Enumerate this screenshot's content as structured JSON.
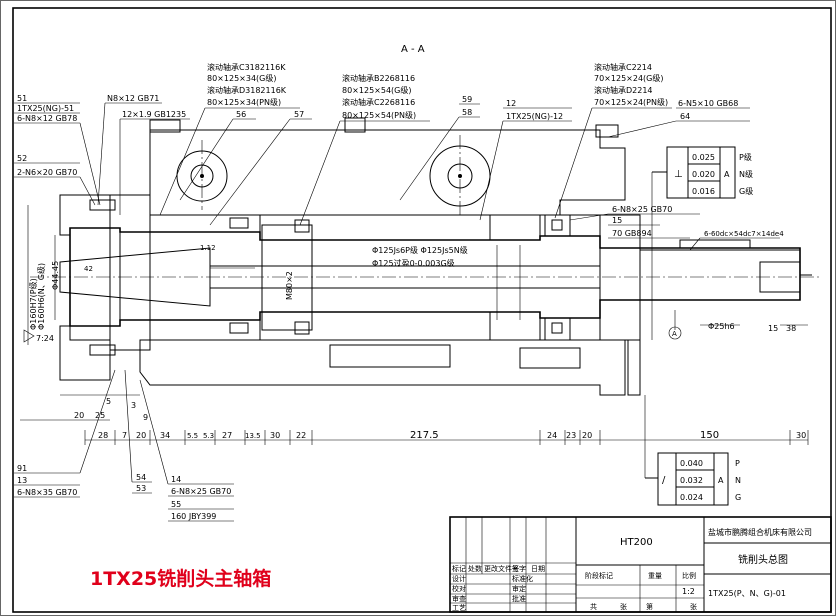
{
  "section_label": "A - A",
  "bearing_groups": {
    "left": [
      "滚动轴承C3182116K",
      "80×125×34(G级)",
      "滚动轴承D3182116K",
      "80×125×34(PN级)"
    ],
    "middle": [
      "滚动轴承B2268116",
      "80×125×54(G级)",
      "滚动轴承C2268116",
      "80×125×54(PN级)"
    ],
    "right": [
      "滚动轴承C2214",
      "70×125×24(G级)",
      "滚动轴承D2214",
      "70×125×24(PN级)"
    ]
  },
  "callouts": {
    "c51": "51",
    "c51b": "1TX25(NG)-51",
    "c51c": "6-N8×12 GB78",
    "c_n8": "N8×12 GB71",
    "c_12x19": "12×1.9 GB1235",
    "c56": "56",
    "c57": "57",
    "c59": "59",
    "c58": "58",
    "c12": "12",
    "c12b": "1TX25(NG)-12",
    "c_n5": "6-N5×10 GB68",
    "c64": "64",
    "c52": "52",
    "c52b": "2-N6×20 GB70",
    "c_n8x25": "6-N8×25 GB70",
    "c15": "15",
    "c70": "70 GB894",
    "c_60dc": "6-60dc×54dc7×14de4",
    "c91": "91",
    "c13": "13",
    "c_n8x35": "6-N8×35 GB70",
    "c54": "54",
    "c53": "53",
    "c14": "14",
    "c_n8x25b": "6-N8×25 GB70",
    "c55": "55",
    "c160": "160 JBY399"
  },
  "dims_text": {
    "phi160": "Φ160H7(P级)",
    "phi160b": "Φ160H6(N、G级)",
    "phi4445": "Φ44.45",
    "taper": "7:24",
    "m80": "M80×2",
    "phi125a": "Φ125Js6P级 Φ125Js5N级",
    "phi125b": "Φ125过盈0-0.003G级",
    "phi25": "Φ25h6",
    "d42": "42",
    "d20a": "20",
    "d25": "25",
    "d5": "5",
    "d3": "3",
    "d9": "9",
    "d28": "28",
    "d7": "7",
    "d20b": "20",
    "d34": "34",
    "d55": "5.5",
    "d53": "5.3",
    "d27": "27",
    "d135": "13.5",
    "d30": "30",
    "d22": "22",
    "d2175": "217.5",
    "d24": "24",
    "d23": "23",
    "d20c": "20",
    "d150": "150",
    "d30b": "30",
    "d15": "15",
    "d38": "38",
    "d112": "1.12",
    "circA": "A"
  },
  "tolerance_top": {
    "rows": [
      {
        "sym": "",
        "val": "0.025",
        "grade": "P级"
      },
      {
        "sym": "⊥",
        "val": "0.020",
        "grade": "N级"
      },
      {
        "sym": "",
        "val": "0.016",
        "grade": "G级"
      }
    ],
    "datum": "A"
  },
  "tolerance_bottom": {
    "rows": [
      {
        "val": "0.040",
        "grade": "P"
      },
      {
        "val": "0.032",
        "grade": "N"
      },
      {
        "val": "0.024",
        "grade": "G"
      }
    ],
    "sym": "/",
    "datum": "A"
  },
  "title_block": {
    "material": "HT200",
    "company": "盐城市鹏腾组合机床有限公司",
    "drawing_name": "铣削头总图",
    "drawing_no": "1TX25(P、N、G)-01",
    "scale": "1:2",
    "row_labels": [
      "标记",
      "处数",
      "更改文件号",
      "签字",
      "日期"
    ],
    "designer": "设计",
    "checker": "校对",
    "reviewer": "审查",
    "process": "工艺",
    "std": "标准化",
    "approve": "审定",
    "approve2": "批准",
    "stage": "阶段标记",
    "weight": "重量",
    "ratio": "比例",
    "sheet": "共",
    "sheet2": "张",
    "page": "第",
    "page2": "张"
  },
  "caption": "1TX25铣削头主轴箱"
}
